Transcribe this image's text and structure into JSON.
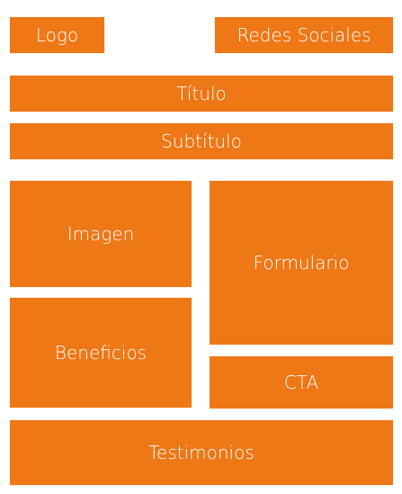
{
  "colors": {
    "block": "#EE7716",
    "text": "#FFFFFF",
    "background": "#FFFFFF"
  },
  "blocks": {
    "logo": "Logo",
    "social": "Redes Sociales",
    "title": "Título",
    "subtitle": "Subtítulo",
    "image": "Imagen",
    "form": "Formulario",
    "benefits": "Beneficios",
    "cta": "CTA",
    "testimonials": "Testimonios"
  }
}
